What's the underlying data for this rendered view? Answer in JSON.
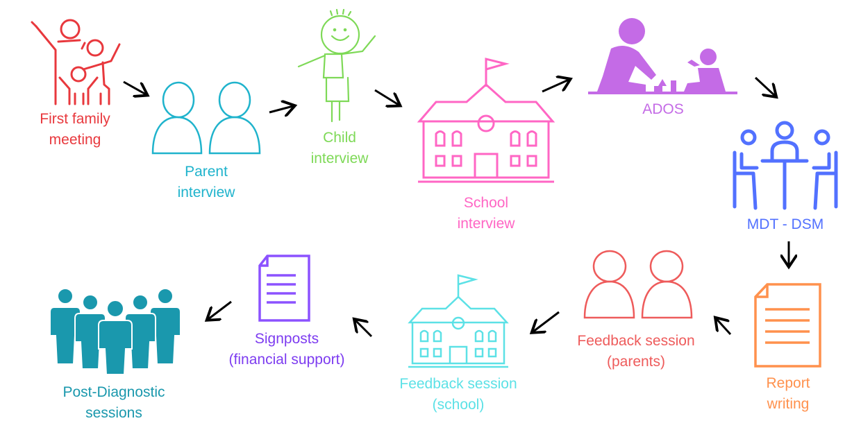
{
  "steps": [
    {
      "id": "first-family-meeting",
      "lines": [
        "First family",
        "meeting"
      ],
      "color": "#e8383d",
      "icon": "family-icon"
    },
    {
      "id": "parent-interview",
      "lines": [
        "Parent",
        "interview"
      ],
      "color": "#1fb3cc",
      "icon": "two-people-outline-icon"
    },
    {
      "id": "child-interview",
      "lines": [
        "Child",
        "interview"
      ],
      "color": "#7ed957",
      "icon": "child-drawing-icon"
    },
    {
      "id": "school-interview",
      "lines": [
        "School",
        "interview"
      ],
      "color": "#ff66c4",
      "icon": "school-building-icon"
    },
    {
      "id": "ados",
      "lines": [
        "ADOS"
      ],
      "color": "#c46be6",
      "icon": "adult-child-play-icon"
    },
    {
      "id": "mdt-dsm",
      "lines": [
        "MDT - DSM"
      ],
      "color": "#5271ff",
      "icon": "meeting-table-icon"
    },
    {
      "id": "report-writing",
      "lines": [
        "Report",
        "writing"
      ],
      "color": "#ff914d",
      "icon": "document-icon"
    },
    {
      "id": "feedback-parents",
      "lines": [
        "Feedback session",
        "(parents)"
      ],
      "color": "#ee5b5b",
      "icon": "two-people-outline-icon"
    },
    {
      "id": "feedback-school",
      "lines": [
        "Feedback session",
        "(school)"
      ],
      "color": "#5ce1e6",
      "icon": "school-building-icon"
    },
    {
      "id": "signposts",
      "lines": [
        "Signposts",
        "(financial support)"
      ],
      "color": "#7d3cf0",
      "icon": "document-icon"
    },
    {
      "id": "post-diagnostic",
      "lines": [
        "Post-Diagnostic",
        "sessions"
      ],
      "color": "#1a98ad",
      "icon": "group-people-icon"
    }
  ],
  "arrow_color": "#000000"
}
